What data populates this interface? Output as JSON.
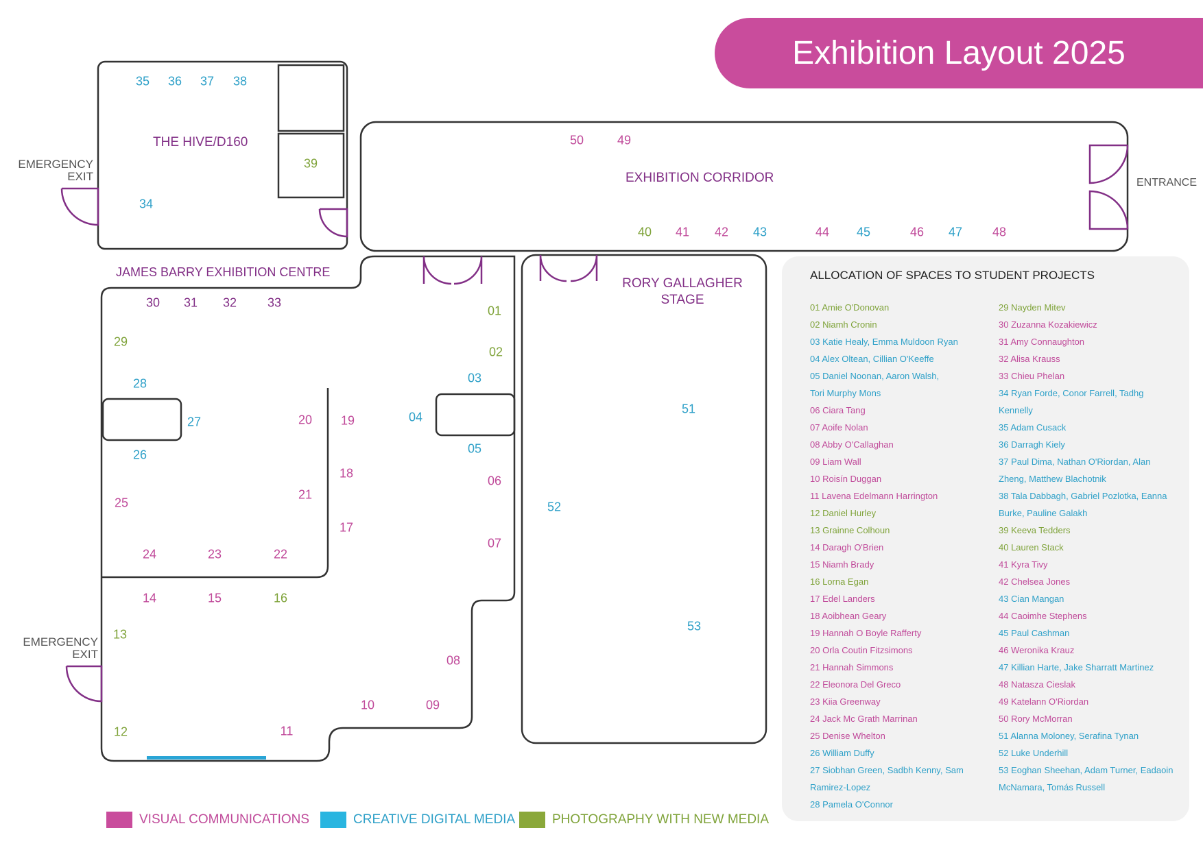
{
  "title": "Exhibition Layout 2025",
  "colors": {
    "visual_communications": "#c94c9c",
    "creative_digital_media": "#29b5e0",
    "photography_with_new_media": "#8aa83a",
    "venue_labels": "#822f86"
  },
  "areas": {
    "hive": "THE HIVE/D160",
    "corridor": "EXHIBITION CORRIDOR",
    "james_barry": "JAMES BARRY EXHIBITION CENTRE",
    "rory_line1": "RORY GALLAGHER",
    "rory_line2": "STAGE",
    "entrance": "ENTRANCE",
    "emergency_line1": "EMERGENCY",
    "emergency_line2": "EXIT"
  },
  "spaces": [
    {
      "label": "35",
      "category": "cdm"
    },
    {
      "label": "36",
      "category": "cdm"
    },
    {
      "label": "37",
      "category": "cdm"
    },
    {
      "label": "38",
      "category": "cdm"
    },
    {
      "label": "39",
      "category": "pho"
    },
    {
      "label": "34",
      "category": "cdm"
    },
    {
      "label": "50",
      "category": "vis"
    },
    {
      "label": "49",
      "category": "vis"
    },
    {
      "label": "40",
      "category": "pho"
    },
    {
      "label": "41",
      "category": "vis"
    },
    {
      "label": "42",
      "category": "vis"
    },
    {
      "label": "43",
      "category": "cdm"
    },
    {
      "label": "44",
      "category": "vis"
    },
    {
      "label": "45",
      "category": "cdm"
    },
    {
      "label": "46",
      "category": "vis"
    },
    {
      "label": "47",
      "category": "cdm"
    },
    {
      "label": "48",
      "category": "vis"
    },
    {
      "label": "30",
      "category": "pur"
    },
    {
      "label": "31",
      "category": "pur"
    },
    {
      "label": "32",
      "category": "pur"
    },
    {
      "label": "33",
      "category": "pur"
    },
    {
      "label": "29",
      "category": "pho"
    },
    {
      "label": "28",
      "category": "cdm"
    },
    {
      "label": "27",
      "category": "cdm"
    },
    {
      "label": "26",
      "category": "cdm"
    },
    {
      "label": "25",
      "category": "vis"
    },
    {
      "label": "24",
      "category": "vis"
    },
    {
      "label": "23",
      "category": "vis"
    },
    {
      "label": "22",
      "category": "vis"
    },
    {
      "label": "20",
      "category": "vis"
    },
    {
      "label": "21",
      "category": "vis"
    },
    {
      "label": "19",
      "category": "vis"
    },
    {
      "label": "18",
      "category": "vis"
    },
    {
      "label": "17",
      "category": "vis"
    },
    {
      "label": "14",
      "category": "vis"
    },
    {
      "label": "15",
      "category": "vis"
    },
    {
      "label": "16",
      "category": "pho"
    },
    {
      "label": "13",
      "category": "pho"
    },
    {
      "label": "12",
      "category": "pho"
    },
    {
      "label": "11",
      "category": "vis"
    },
    {
      "label": "10",
      "category": "vis"
    },
    {
      "label": "09",
      "category": "vis"
    },
    {
      "label": "08",
      "category": "vis"
    },
    {
      "label": "01",
      "category": "pho"
    },
    {
      "label": "02",
      "category": "pho"
    },
    {
      "label": "03",
      "category": "cdm"
    },
    {
      "label": "04",
      "category": "cdm"
    },
    {
      "label": "05",
      "category": "cdm"
    },
    {
      "label": "06",
      "category": "vis"
    },
    {
      "label": "07",
      "category": "vis"
    },
    {
      "label": "51",
      "category": "cdm"
    },
    {
      "label": "52",
      "category": "cdm"
    },
    {
      "label": "53",
      "category": "cdm"
    }
  ],
  "allocation": {
    "title": "ALLOCATION OF SPACES TO STUDENT PROJECTS",
    "left": [
      {
        "text": "01 Amie O'Donovan",
        "category": "pho"
      },
      {
        "text": "02 Niamh Cronin",
        "category": "pho"
      },
      {
        "text": "03 Katie Healy, Emma Muldoon Ryan",
        "category": "cdm"
      },
      {
        "text": "04 Alex Oltean, Cillian O'Keeffe",
        "category": "cdm"
      },
      {
        "text": "05 Daniel Noonan, Aaron Walsh,",
        "category": "cdm"
      },
      {
        "text": "Tori Murphy Mons",
        "category": "cdm"
      },
      {
        "text": "06 Ciara Tang",
        "category": "vis"
      },
      {
        "text": "07 Aoife Nolan",
        "category": "vis"
      },
      {
        "text": "08 Abby O'Callaghan",
        "category": "vis"
      },
      {
        "text": "09 Liam Wall",
        "category": "vis"
      },
      {
        "text": "10 Roisín Duggan",
        "category": "vis"
      },
      {
        "text": "11 Lavena Edelmann Harrington",
        "category": "vis"
      },
      {
        "text": "12 Daniel Hurley",
        "category": "pho"
      },
      {
        "text": "13 Grainne Colhoun",
        "category": "pho"
      },
      {
        "text": "14 Daragh O'Brien",
        "category": "vis"
      },
      {
        "text": "15 Niamh Brady",
        "category": "vis"
      },
      {
        "text": "16 Lorna Egan",
        "category": "pho"
      },
      {
        "text": "17 Edel Landers",
        "category": "vis"
      },
      {
        "text": "18 Aoibhean Geary",
        "category": "vis"
      },
      {
        "text": "19 Hannah O Boyle Rafferty",
        "category": "vis"
      },
      {
        "text": "20 Orla Coutin Fitzsimons",
        "category": "vis"
      },
      {
        "text": "21 Hannah Simmons",
        "category": "vis"
      },
      {
        "text": "22 Eleonora Del Greco",
        "category": "vis"
      },
      {
        "text": "23 Kiia Greenway",
        "category": "vis"
      },
      {
        "text": "24 Jack Mc Grath Marrinan",
        "category": "vis"
      },
      {
        "text": "25 Denise Whelton",
        "category": "vis"
      },
      {
        "text": "26 William Duffy",
        "category": "cdm"
      },
      {
        "text": "27 Siobhan Green, Sadbh Kenny, Sam",
        "category": "cdm"
      },
      {
        "text": "Ramirez-Lopez",
        "category": "cdm"
      },
      {
        "text": "28 Pamela O'Connor",
        "category": "cdm"
      }
    ],
    "right": [
      {
        "text": "29 Nayden Mitev",
        "category": "pho"
      },
      {
        "text": "30 Zuzanna Kozakiewicz",
        "category": "vis"
      },
      {
        "text": "31 Amy Connaughton",
        "category": "vis"
      },
      {
        "text": "32 Alisa Krauss",
        "category": "vis"
      },
      {
        "text": "33 Chieu Phelan",
        "category": "vis"
      },
      {
        "text": "34 Ryan Forde, Conor Farrell, Tadhg",
        "category": "cdm"
      },
      {
        "text": "Kennelly",
        "category": "cdm"
      },
      {
        "text": "35 Adam Cusack",
        "category": "cdm"
      },
      {
        "text": "36 Darragh Kiely",
        "category": "cdm"
      },
      {
        "text": "37 Paul Dima, Nathan O'Riordan, Alan",
        "category": "cdm"
      },
      {
        "text": "Zheng, Matthew Blachotnik",
        "category": "cdm"
      },
      {
        "text": "38 Tala Dabbagh, Gabriel Pozlotka, Eanna",
        "category": "cdm"
      },
      {
        "text": "Burke, Pauline Galakh",
        "category": "cdm"
      },
      {
        "text": "39 Keeva Tedders",
        "category": "pho"
      },
      {
        "text": "40 Lauren Stack",
        "category": "pho"
      },
      {
        "text": "41 Kyra Tivy",
        "category": "vis"
      },
      {
        "text": "42 Chelsea Jones",
        "category": "vis"
      },
      {
        "text": "43 Cian Mangan",
        "category": "cdm"
      },
      {
        "text": "44 Caoimhe Stephens",
        "category": "vis"
      },
      {
        "text": "45 Paul Cashman",
        "category": "cdm"
      },
      {
        "text": "46 Weronika Krauz",
        "category": "vis"
      },
      {
        "text": "47 Killian Harte, Jake Sharratt Martinez",
        "category": "cdm"
      },
      {
        "text": "48 Natasza Cieslak",
        "category": "vis"
      },
      {
        "text": "49 Katelann O'Riordan",
        "category": "vis"
      },
      {
        "text": "50 Rory McMorran",
        "category": "vis"
      },
      {
        "text": "51 Alanna Moloney, Serafina Tynan",
        "category": "cdm"
      },
      {
        "text": "52 Luke Underhill",
        "category": "cdm"
      },
      {
        "text": "53 Eoghan Sheehan, Adam Turner, Eadaoin",
        "category": "cdm"
      },
      {
        "text": "McNamara, Tomás Russell",
        "category": "cdm"
      }
    ]
  },
  "legend": {
    "vis": "VISUAL COMMUNICATIONS",
    "cdm": "CREATIVE DIGITAL MEDIA",
    "pho": "PHOTOGRAPHY WITH NEW MEDIA"
  }
}
